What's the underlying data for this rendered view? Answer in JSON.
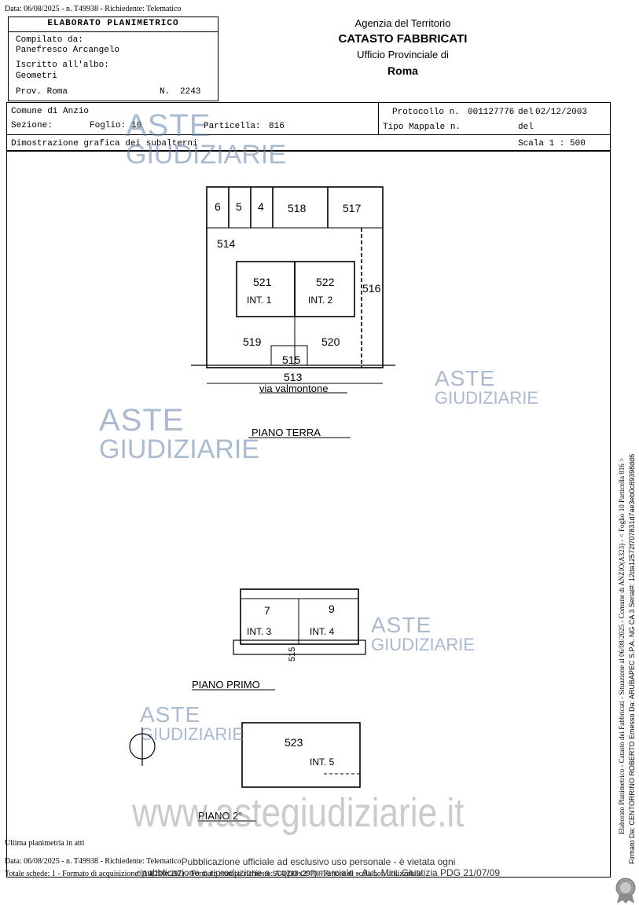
{
  "top_line": "Data: 06/08/2025 - n. T49938 - Richiedente: Telematico",
  "elaborato": {
    "title": "ELABORATO PLANIMETRICO",
    "compilato_label": "Compilato da:",
    "compilato_value": "Panefresco Arcangelo",
    "iscritto_label": "Iscritto all'albo:",
    "iscritto_value": "Geometri",
    "prov_label": "Prov. Roma",
    "n_label": "N.",
    "n_value": "2243"
  },
  "agency": {
    "line1": "Agenzia del Territorio",
    "line2": "CATASTO FABBRICATI",
    "line3": "Ufficio Provinciale di",
    "line4": "Roma"
  },
  "info": {
    "comune": "Comune di Anzio",
    "sezione": "Sezione:",
    "foglio_label": "Foglio:",
    "foglio_value": "10",
    "particella_label": "Particella:",
    "particella_value": "816",
    "protocollo_label": "Protocollo n.",
    "protocollo_value": "001127776",
    "del_label": "del",
    "del_value": "02/12/2003",
    "tipo_mappale": "Tipo Mappale n.",
    "del2": "del",
    "dimostrazione": "Dimostrazione grafica dei subalterni",
    "scala": "Scala 1 : 500"
  },
  "plan": {
    "ground": {
      "units": [
        "6",
        "5",
        "4",
        "518",
        "517",
        "514",
        "521",
        "522",
        "516",
        "519",
        "520",
        "515",
        "513"
      ],
      "int1": "INT. 1",
      "int2": "INT. 2",
      "street": "via valmontone",
      "title": "PIANO TERRA"
    },
    "first": {
      "units": [
        "7",
        "9",
        "515"
      ],
      "int3": "INT. 3",
      "int4": "INT. 4",
      "title": "PIANO PRIMO"
    },
    "second": {
      "unit": "523",
      "int5": "INT. 5",
      "title": "PIANO 2°"
    }
  },
  "watermarks": {
    "aste": "ASTE",
    "giudiziarie": "GIUDIZIARIE",
    "site": "www.astegiudiziarie.it"
  },
  "side_text": {
    "line1": "Elaborato Planimetrico - Catasto dei Fabbricati - Situazione al 06/08/2025 - Comune di ANZIO(A323) - < Foglio 10 Particella 816 >",
    "line2": "Firmato Da: CENTORRINO ROBERTO Emesso Da: ARUBAPEC S.P.A. NG CA 3 Serial#: 12da12572f707831d7ae3eb0c89398dd6"
  },
  "footer": {
    "ultima": "Ultima planimetria in atti",
    "line1": "Data: 06/08/2025 - n. T49938 - Richiedente: Telematico",
    "line2": "Totale schede: 1 - Formato di acquisizione: A4(210x297) - Formato stampa richiesto: A4(210x297) - Fattore di scala non utilizzabile",
    "pub1": "Pubblicazione ufficiale ad esclusivo uso personale - è vietata ogni",
    "pub2": "ripubblicazione o riproduzione a scopo commerciale - Aut. Min. Giustizia PDG 21/07/09"
  }
}
